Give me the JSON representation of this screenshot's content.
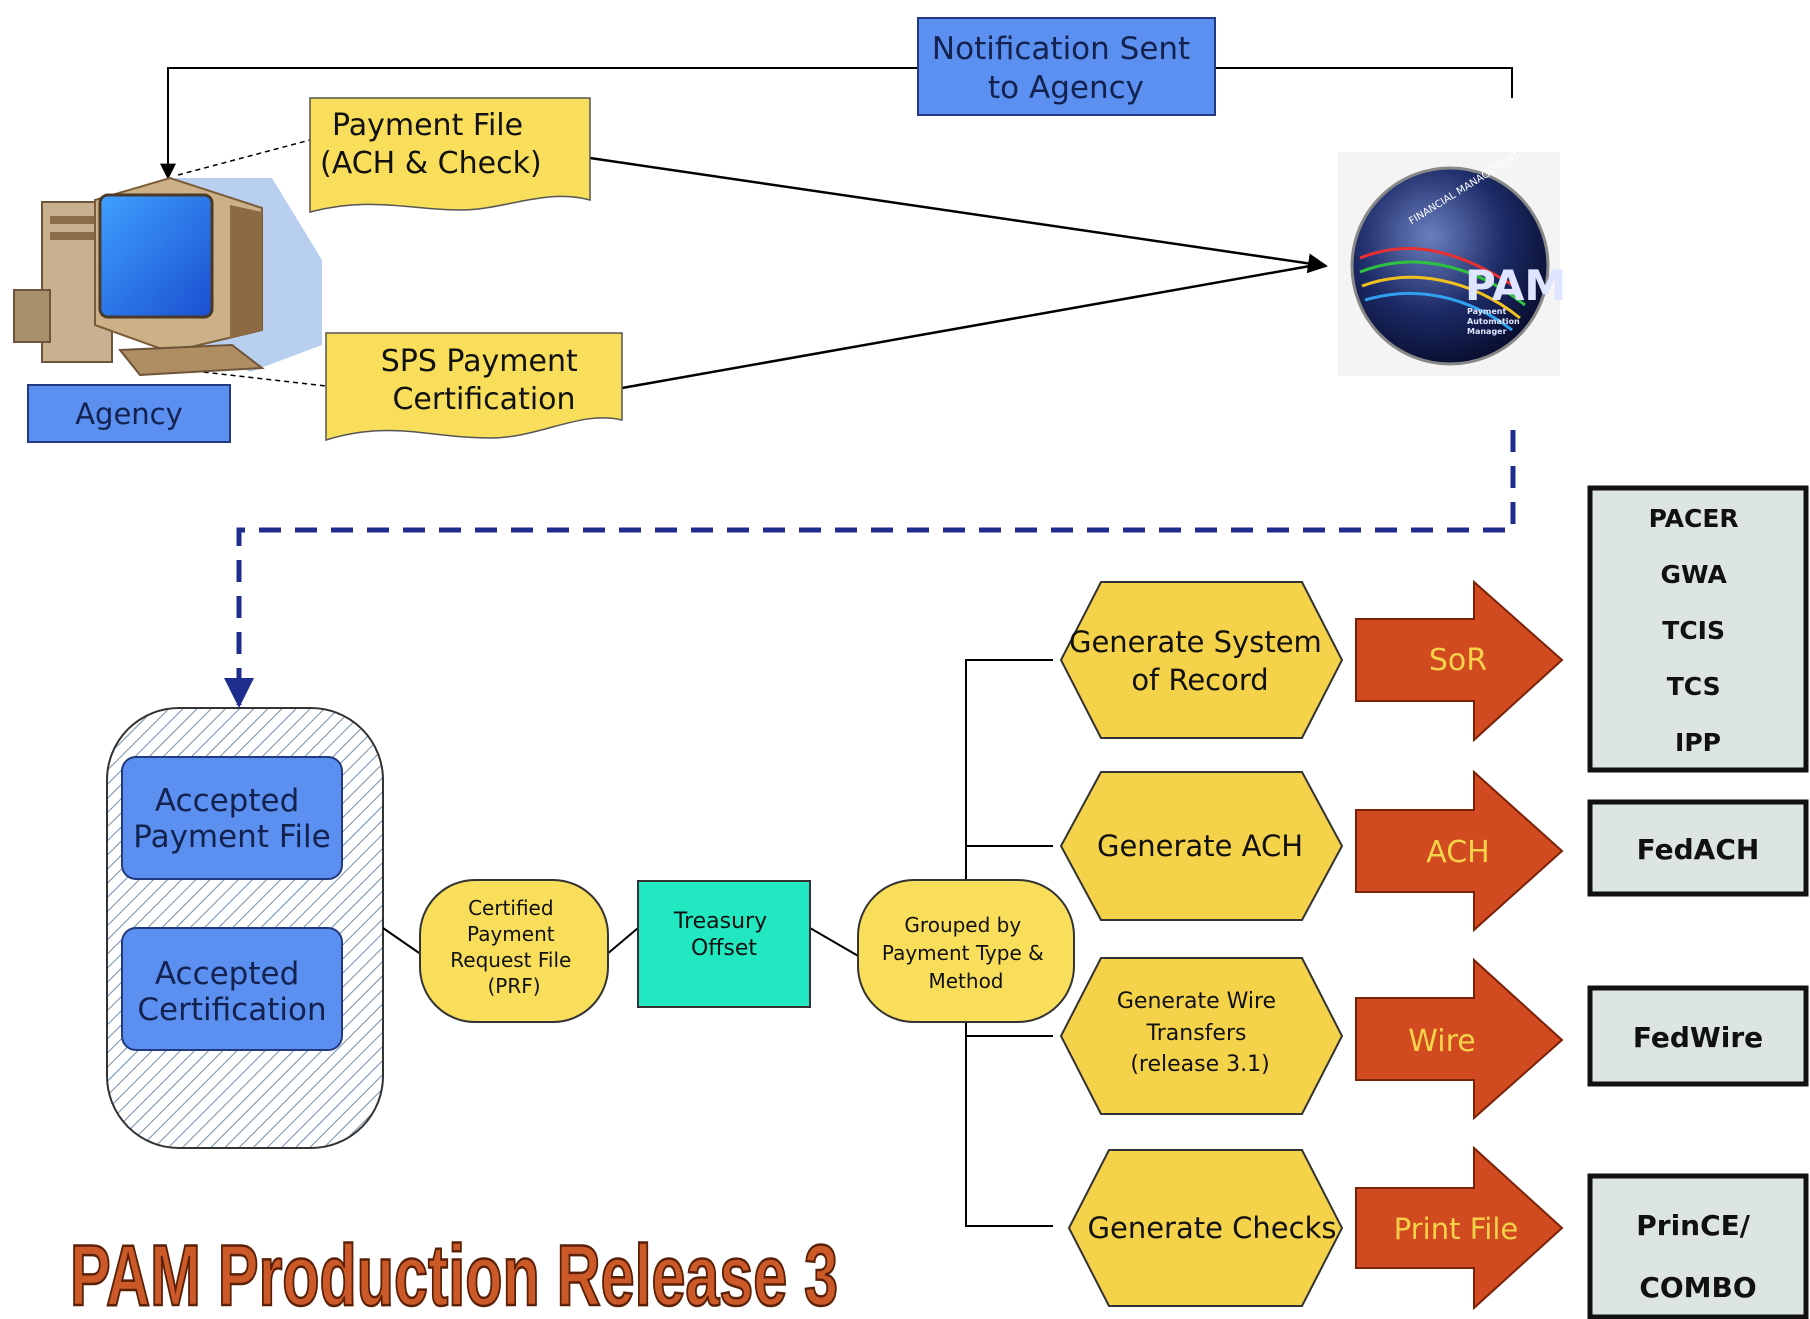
{
  "notification": {
    "lines": [
      "Notification Sent",
      "to Agency"
    ]
  },
  "agency": {
    "label": "Agency"
  },
  "payment_file": {
    "lines": [
      "Payment File",
      "(ACH & Check)"
    ]
  },
  "sps_cert": {
    "lines": [
      "SPS Payment",
      "Certification"
    ]
  },
  "pam_logo": {
    "ring_text": "FINANCIAL MANAGEMENT SERVICE",
    "brand": "PAM",
    "sub_lines": [
      "Payment",
      "Automation",
      "Manager"
    ]
  },
  "accepted_payment_file": {
    "lines": [
      "Accepted",
      "Payment File"
    ]
  },
  "accepted_certification": {
    "lines": [
      "Accepted",
      "Certification"
    ]
  },
  "certified_prf": {
    "lines": [
      "Certified",
      "Payment",
      "Request File",
      "(PRF)"
    ]
  },
  "treasury_offset": {
    "lines": [
      "Treasury",
      "Offset"
    ]
  },
  "grouped": {
    "lines": [
      "Grouped by",
      "Payment Type &",
      "Method"
    ]
  },
  "generators": [
    {
      "lines": [
        "Generate System",
        "of Record"
      ]
    },
    {
      "lines": [
        "Generate ACH"
      ]
    },
    {
      "lines": [
        "Generate Wire",
        "Transfers",
        "(release 3.1)"
      ]
    },
    {
      "lines": [
        "Generate Checks"
      ]
    }
  ],
  "outputs": [
    "SoR",
    "ACH",
    "Wire",
    "Print File"
  ],
  "destinations": [
    {
      "lines": [
        "PACER",
        "GWA",
        "TCIS",
        "TCS",
        "IPP"
      ]
    },
    {
      "lines": [
        "FedACH"
      ]
    },
    {
      "lines": [
        "FedWire"
      ]
    },
    {
      "lines": [
        "PrinCE/",
        "COMBO"
      ]
    }
  ],
  "page_title": "PAM Production Release 3",
  "colors": {
    "blue_box": "#5b8ff0",
    "blue_dark": "#2f5fd0",
    "yellow": "#f8de5a",
    "hex_yellow": "#f4d24a",
    "teal": "#21e8c0",
    "red_arrow": "#d24a20",
    "dashed": "#1f2d8f",
    "title_red": "#cc5a28",
    "dest_fill": "#dde4e4"
  }
}
